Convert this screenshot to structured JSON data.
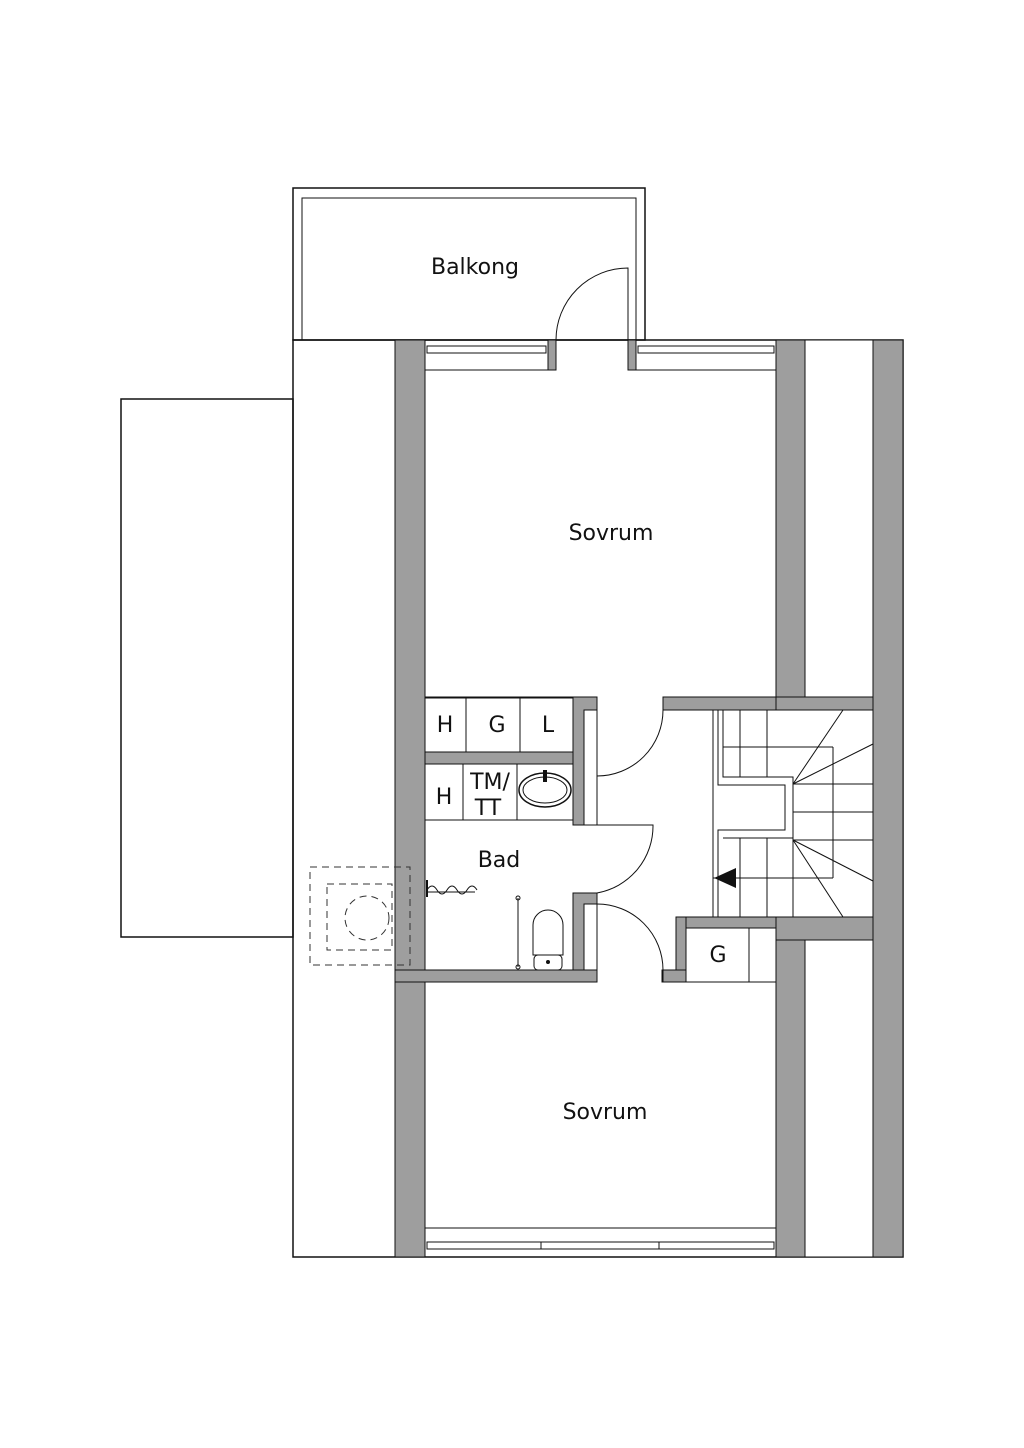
{
  "rooms": {
    "balcony": "Balkong",
    "bedroom_top": "Sovrum",
    "bedroom_bottom": "Sovrum",
    "bathroom": "Bad"
  },
  "closets": {
    "row1": [
      "H",
      "G",
      "L"
    ],
    "row2_h": "H",
    "row2_tm": "TM/",
    "row2_tt": "TT",
    "hall_g": "G"
  },
  "colors": {
    "wall": "#9e9e9e",
    "line": "#111111"
  }
}
